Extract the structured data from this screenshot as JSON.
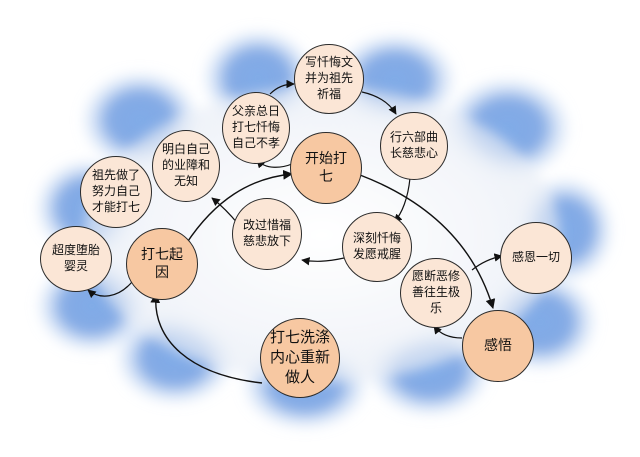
{
  "colors": {
    "light_node": "#fbe6d6",
    "accent_node": "#f7c8a2",
    "petal": "#6f9fe0",
    "arrow": "#111111"
  },
  "nodes": {
    "xie_chanhui": "写忏悔文并为祖先祈福",
    "fuqin": "父亲总日打七忏悔自己不孝",
    "liubu": "行六部曲长慈悲心",
    "mingbai": "明白自己的业障和无知",
    "kaishi": "开始打七",
    "zuxian": "祖先做了努力自己才能打七",
    "gaiguo": "改过惜福慈悲放下",
    "shenke": "深刻忏悔发愿戒腥",
    "ganen": "感恩一切",
    "chaodu": "超度堕胎婴灵",
    "qiyin": "打七起因",
    "yuanduan": "愿断恶修善往生极乐",
    "xidi": "打七洗涤内心重新做人",
    "ganwu": "感悟"
  }
}
